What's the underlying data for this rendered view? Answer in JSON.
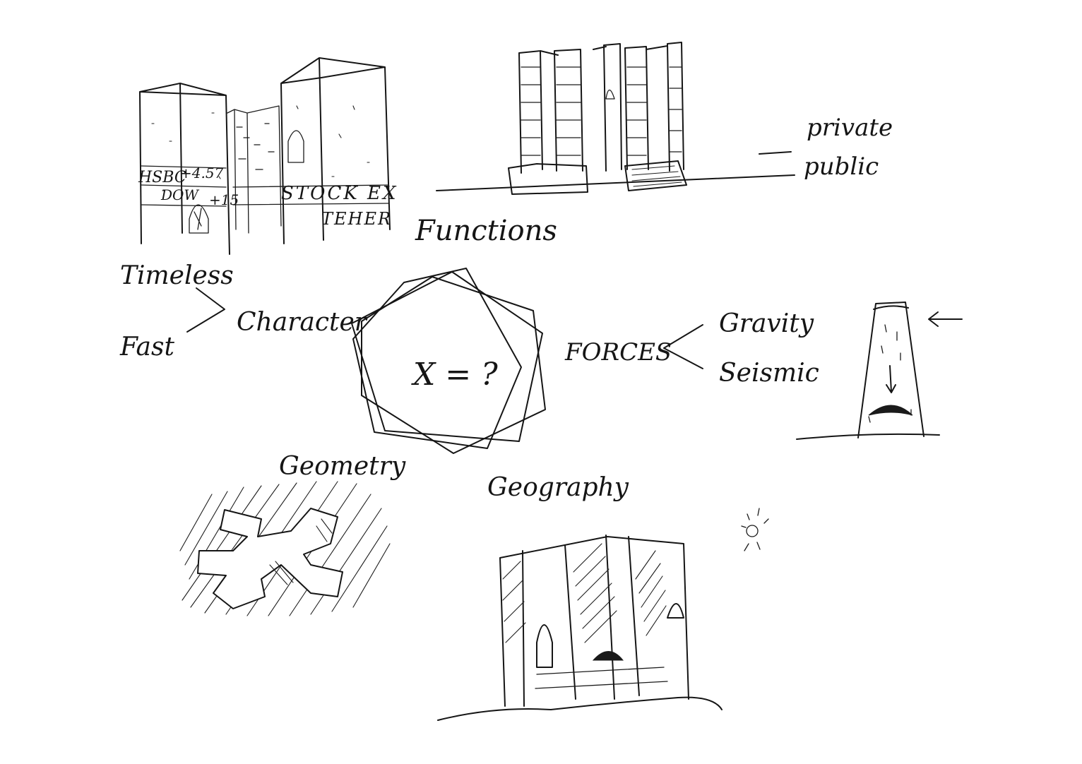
{
  "labels": {
    "functions": "Functions",
    "private": "private",
    "public": "public",
    "timeless": "Timeless",
    "fast": "Fast",
    "character": "Character",
    "equation": "X = ?",
    "forces": "FORCES",
    "gravity": "Gravity",
    "seismic": "Seismic",
    "geometry": "Geometry",
    "geography": "Geography"
  },
  "signage": {
    "sign_1": "HSBC",
    "sign_2": "+4.57",
    "sign_3": "DOW",
    "sign_4": "+15",
    "sign_5": "STOCK EX",
    "sign_6": "TEHER"
  },
  "colors": {
    "ink": "#151515",
    "paper": "#ffffff"
  }
}
